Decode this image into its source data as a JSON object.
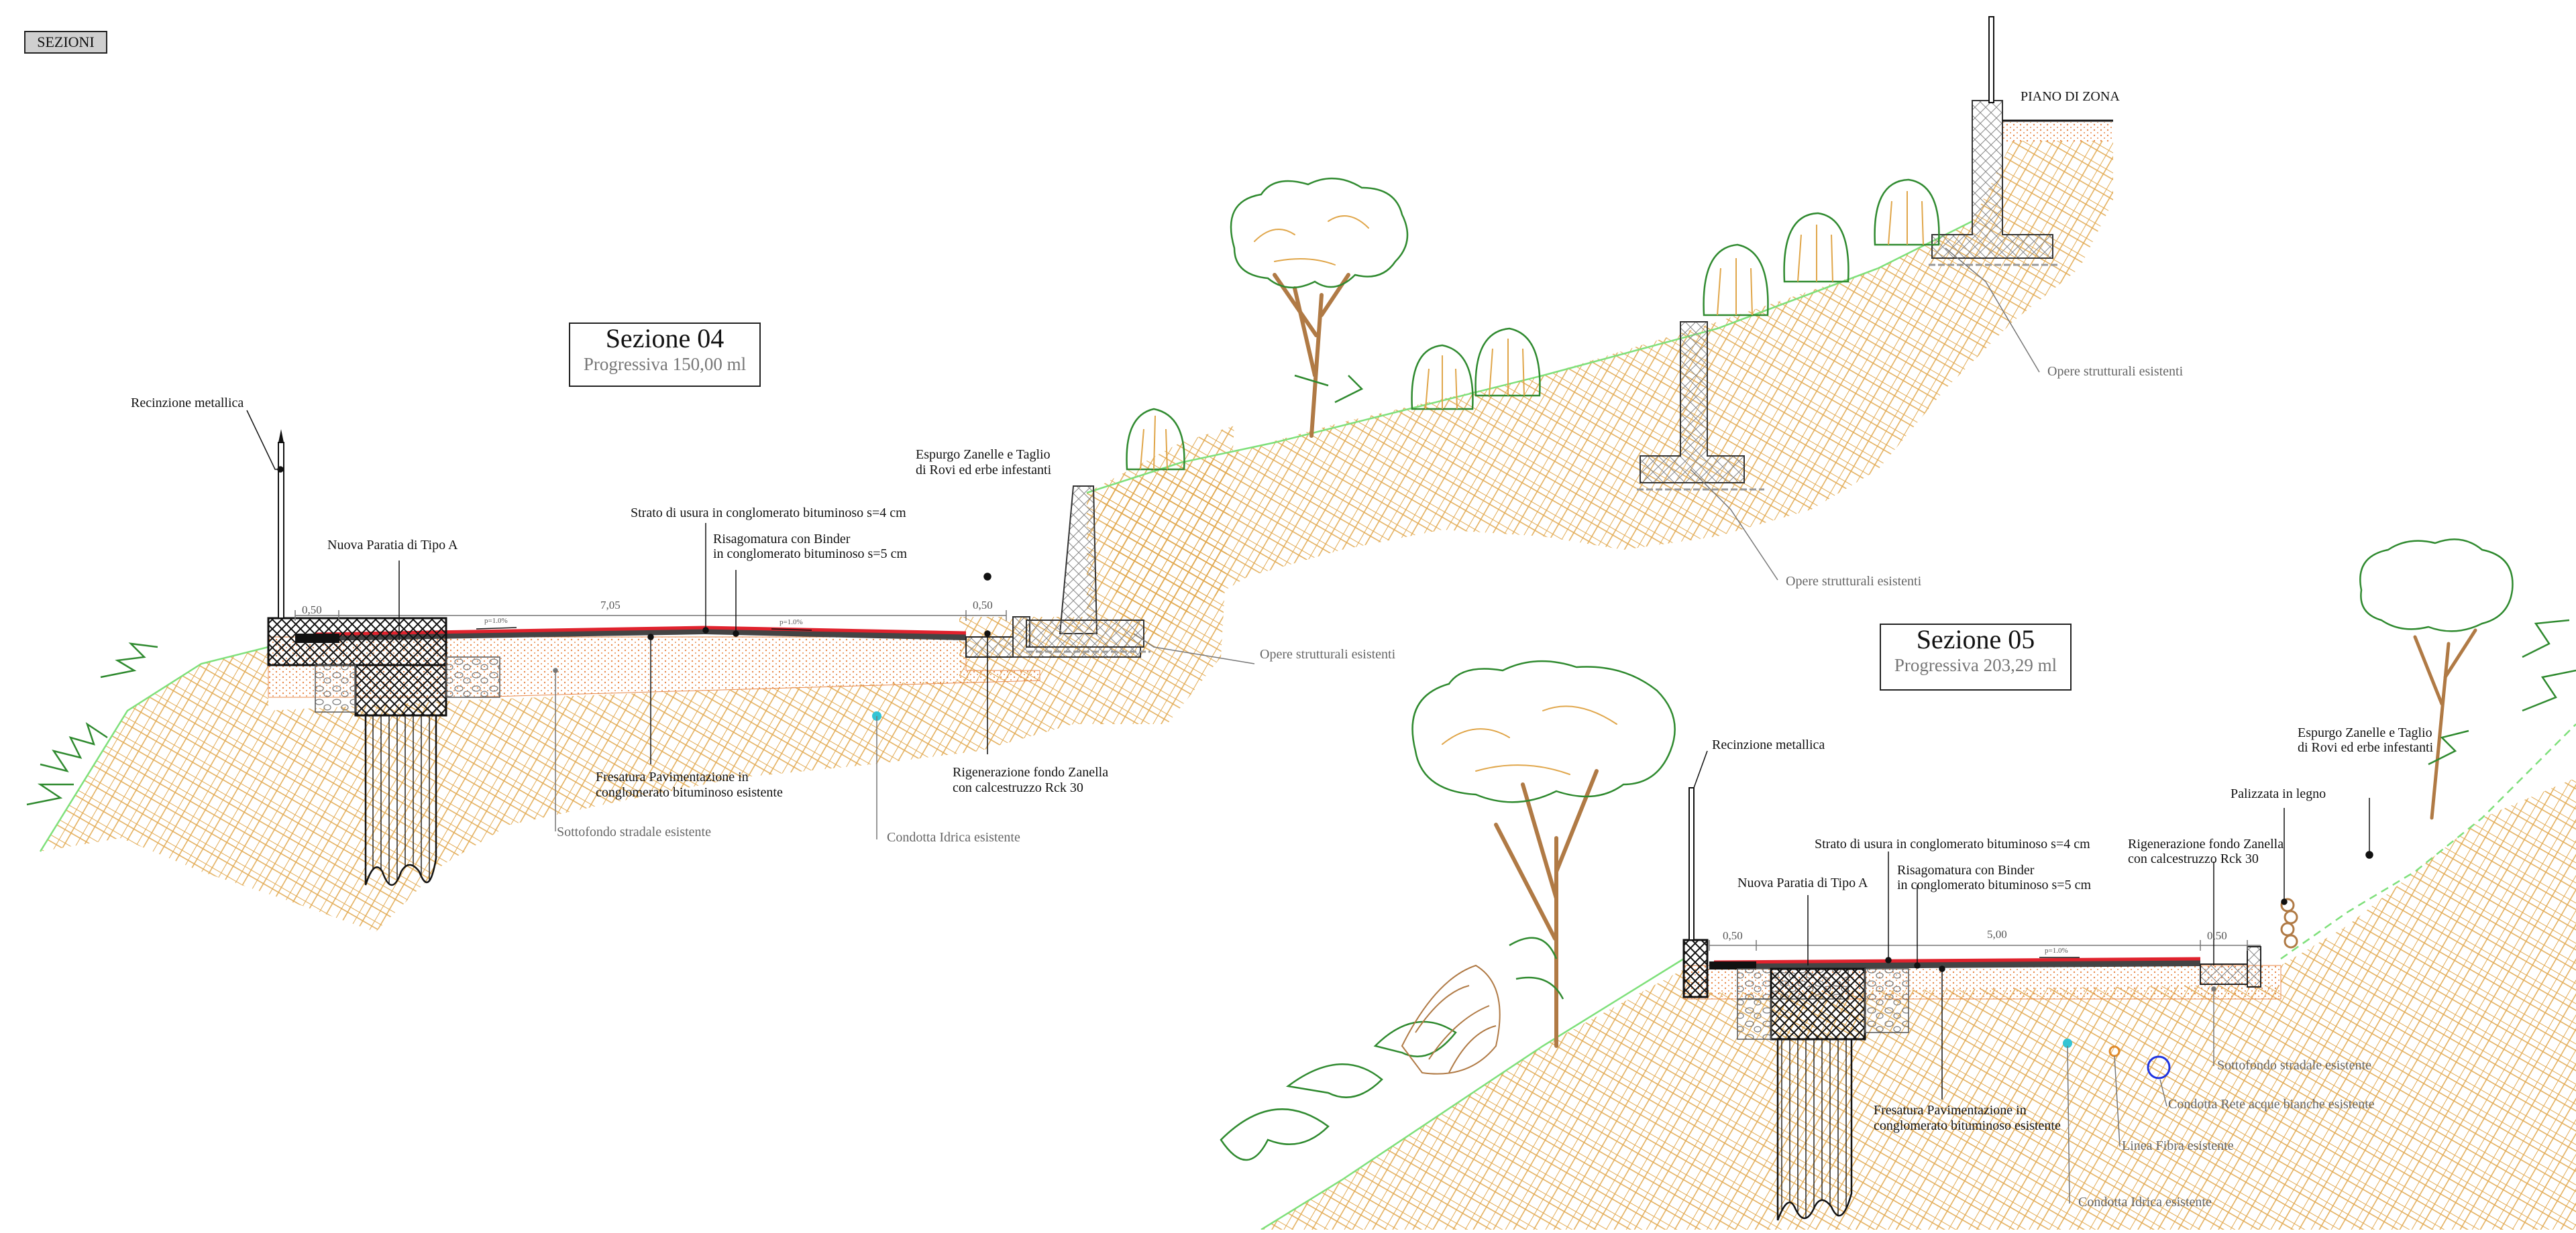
{
  "sheet_tag": "SEZIONI",
  "colors": {
    "ground_hatch": "#e0a64a",
    "ground_line": "#7ee07a",
    "asphalt": "#e0222d",
    "subbase": "#e8894a",
    "vegetation": "#2f8a2f",
    "trunk": "#b07a45",
    "concrete_hatch": "#555555",
    "pipe_blue": "#1e33e0",
    "pipe_cyan": "#34c4d4",
    "pipe_orange": "#e08a2a"
  },
  "sezione_04": {
    "title": "Sezione 04",
    "progressiva": "Progressiva 150,00 ml",
    "dims": {
      "left": "0,50",
      "carriageway": "7,05",
      "right": "0,50"
    },
    "slope_labels": [
      "p=1.0%",
      "p=1.0%"
    ],
    "labels": {
      "recinzione": "Recinzione metallica",
      "paratia": "Nuova Paratia di Tipo A",
      "strato_usura": "Strato di usura in conglomerato bituminoso s=4 cm",
      "risagomatura_1": "Risagomatura con Binder",
      "risagomatura_2": "in conglomerato bituminoso s=5 cm",
      "espurgo_1": "Espurgo Zanelle e Taglio",
      "espurgo_2": "di Rovi ed erbe infestanti",
      "fresatura_1": "Fresatura Pavimentazione in",
      "fresatura_2": "conglomerato bituminoso esistente",
      "rigenerazione_1": "Rigenerazione fondo Zanella",
      "rigenerazione_2": "con calcestruzzo Rck 30",
      "sottofondo": "Sottofondo stradale esistente",
      "condotta_idrica": "Condotta Idrica esistente",
      "opere_1": "Opere strutturali esistenti",
      "opere_2": "Opere strutturali esistenti",
      "opere_3": "Opere strutturali esistenti",
      "piano_zona": "PIANO DI ZONA"
    }
  },
  "sezione_05": {
    "title": "Sezione 05",
    "progressiva": "Progressiva 203,29 ml",
    "dims": {
      "left": "0,50",
      "carriageway": "5,00",
      "right": "0,50"
    },
    "slope_labels": [
      "p=1.0%"
    ],
    "labels": {
      "recinzione": "Recinzione metallica",
      "paratia": "Nuova Paratia di Tipo A",
      "strato_usura": "Strato di usura in conglomerato bituminoso s=4 cm",
      "risagomatura_1": "Risagomatura con Binder",
      "risagomatura_2": "in conglomerato bituminoso s=5 cm",
      "rigenerazione_1": "Rigenerazione fondo Zanella",
      "rigenerazione_2": "con calcestruzzo Rck 30",
      "palizzata": "Palizzata in legno",
      "espurgo_1": "Espurgo Zanelle e Taglio",
      "espurgo_2": "di Rovi ed erbe infestanti",
      "sottofondo": "Sottofondo stradale esistente",
      "acque_bianche": "Condotta Rete acque bianche esistente",
      "fresatura_1": "Fresatura Pavimentazione in",
      "fresatura_2": "conglomerato bituminoso esistente",
      "fibra": "Linea Fibra esistente",
      "condotta_idrica": "Condotta Idrica esistente"
    }
  }
}
